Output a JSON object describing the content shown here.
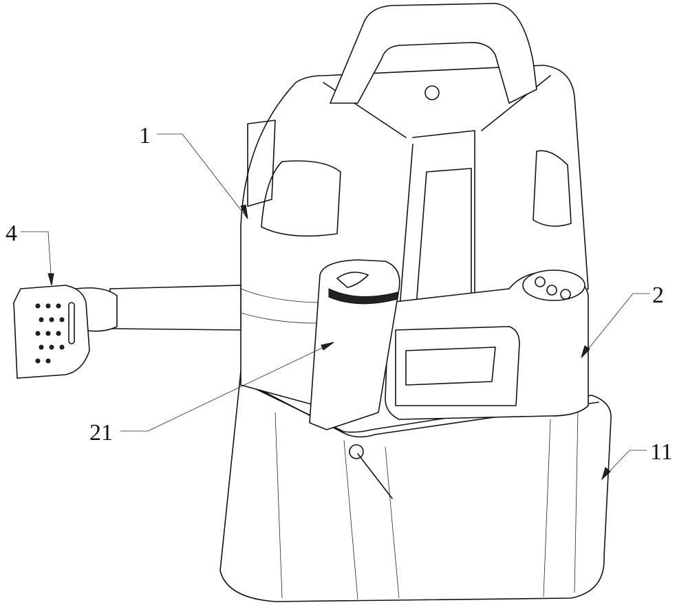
{
  "figure": {
    "labels": {
      "device_body": "1",
      "handheld_unit": "2",
      "nozzle": "4",
      "handheld_tank": "21",
      "base": "11"
    }
  }
}
